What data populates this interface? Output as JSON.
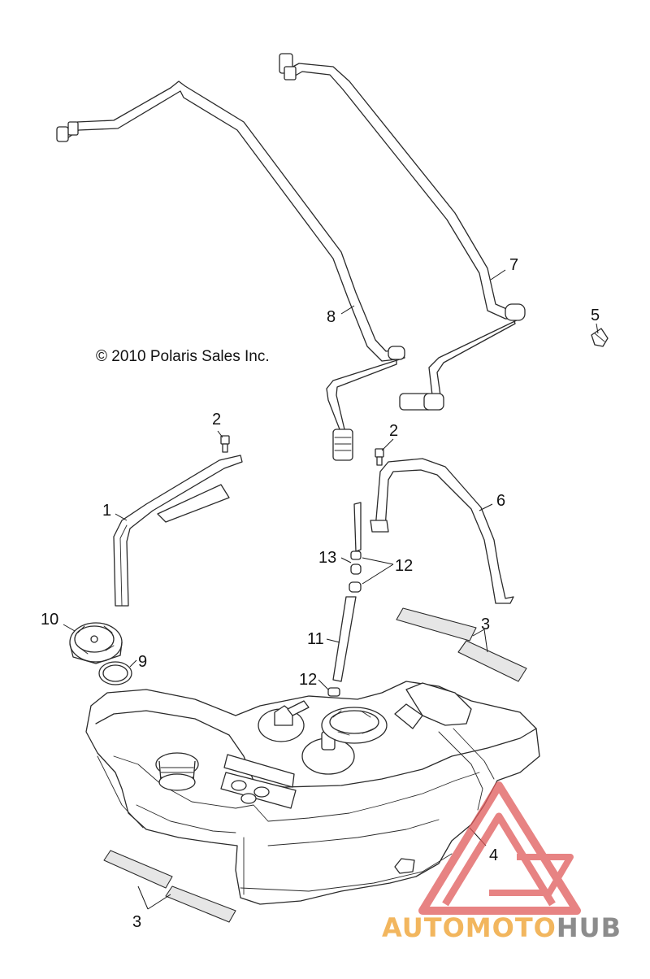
{
  "copyright": "© 2010 Polaris Sales Inc.",
  "callouts": {
    "c1": "1",
    "c2a": "2",
    "c2b": "2",
    "c3a": "3",
    "c3b": "3",
    "c4": "4",
    "c5": "5",
    "c6": "6",
    "c7": "7",
    "c8": "8",
    "c9": "9",
    "c10": "10",
    "c11": "11",
    "c12a": "12",
    "c12b": "12",
    "c13": "13"
  },
  "watermark": {
    "part1": "AUTOMOTO",
    "part2": "HUB",
    "color_primary": "#f2b65e",
    "color_secondary": "#8c8c8c",
    "triangle_color": "#e05a5a"
  }
}
